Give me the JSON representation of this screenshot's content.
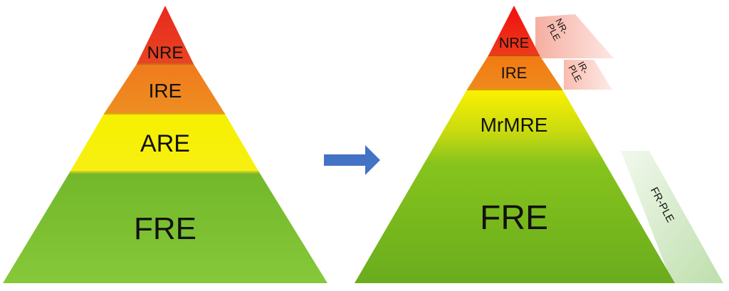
{
  "left_pyramid": {
    "layers": [
      {
        "label": "NRE",
        "color_top": "#e8281e",
        "color_bottom": "#e84522"
      },
      {
        "label": "IRE",
        "color_top": "#f07a1c",
        "color_bottom": "#ee8e22"
      },
      {
        "label": "ARE",
        "color_top": "#f6f000",
        "color_bottom": "#f7ef12"
      },
      {
        "label": "FRE",
        "color_top": "#72b82a",
        "color_bottom": "#86c83a"
      }
    ]
  },
  "arrow": {
    "color": "#4472c4"
  },
  "right_pyramid": {
    "layers": [
      {
        "label": "NRE",
        "color_top": "#f01010",
        "color_bottom": "#ee3a1a"
      },
      {
        "label": "IRE",
        "color_top": "#f27a12",
        "color_bottom": "#ef8a1e"
      },
      {
        "label": "MrMRE",
        "color_top": "#fbf100",
        "color_bottom": "#c8da10"
      },
      {
        "label": "FRE",
        "color_top": "#86c41c",
        "color_bottom": "#6aac1e"
      }
    ],
    "ple_bands": [
      {
        "label": "NR-PLE",
        "color": "#f4a090"
      },
      {
        "label": "IR-PLE",
        "color": "#f8b0a0"
      },
      {
        "label": "FR-PLE",
        "color": "#a8d490"
      }
    ]
  }
}
